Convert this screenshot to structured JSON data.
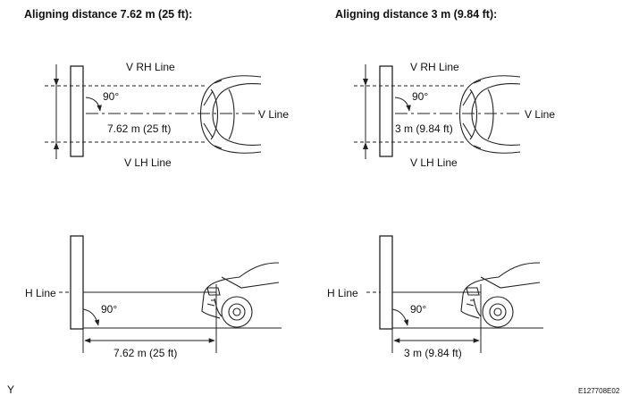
{
  "left_panel": {
    "heading": "Aligning distance 7.62 m (25 ft):",
    "v_rh_line": "V RH Line",
    "v_lh_line": "V LH Line",
    "v_line": "V Line",
    "angle_top": "90°",
    "distance_top": "7.62 m (25 ft)",
    "h_line": "H Line",
    "angle_bottom": "90°",
    "distance_bottom": "7.62 m (25 ft)"
  },
  "right_panel": {
    "heading": "Aligning distance 3 m (9.84 ft):",
    "v_rh_line": "V RH Line",
    "v_lh_line": "V LH Line",
    "v_line": "V Line",
    "angle_top": "90°",
    "distance_top": "3 m (9.84 ft)",
    "h_line": "H Line",
    "angle_bottom": "90°",
    "distance_bottom": "3 m (9.84 ft)"
  },
  "footer": {
    "left_code": "Y",
    "figure_id": "E127708E02"
  }
}
